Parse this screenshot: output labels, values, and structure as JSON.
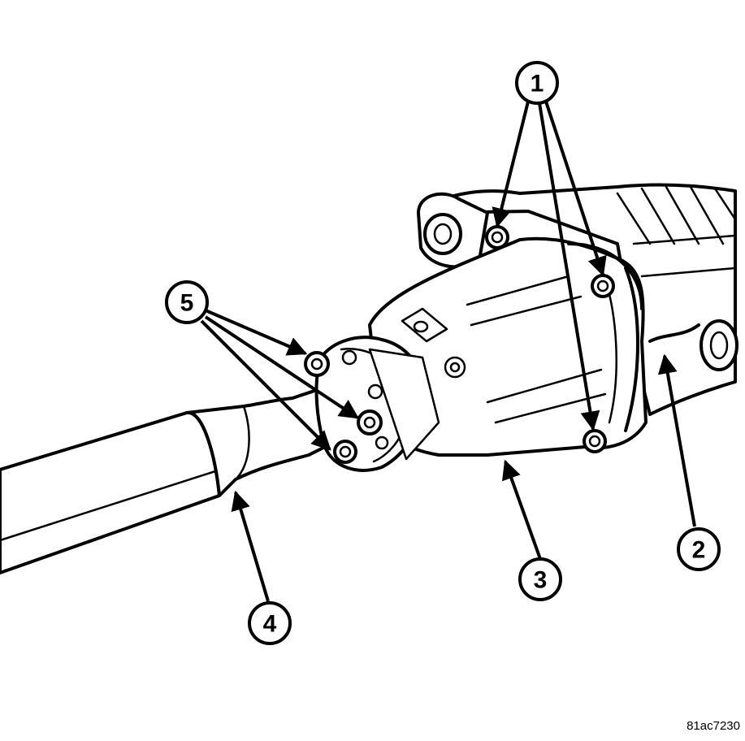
{
  "figure": {
    "id_label": "81ac7230"
  },
  "callouts": [
    {
      "label": "1"
    },
    {
      "label": "2"
    },
    {
      "label": "3"
    },
    {
      "label": "4"
    },
    {
      "label": "5"
    }
  ]
}
